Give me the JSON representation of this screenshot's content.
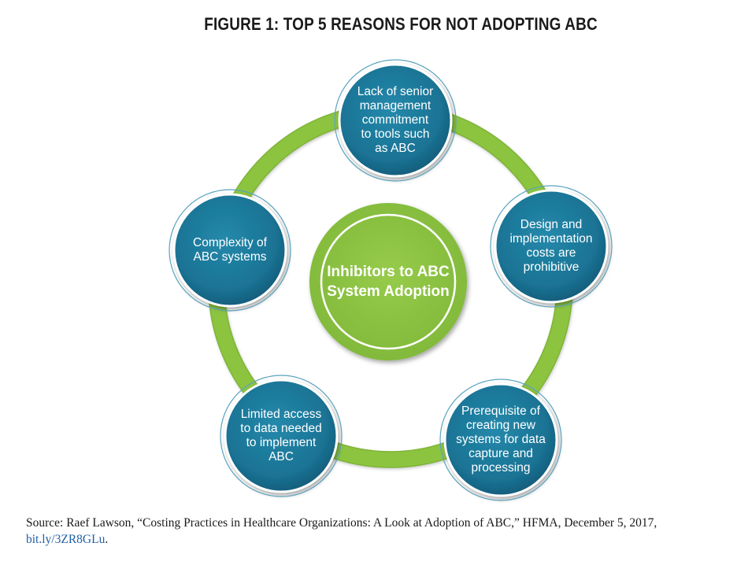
{
  "figure": {
    "title": "FIGURE 1: TOP 5 REASONS FOR NOT ADOPTING ABC"
  },
  "center": {
    "label": "Inhibitors to ABC System Adoption"
  },
  "nodes": [
    {
      "id": "top",
      "label": "Lack of senior management commitment to tools such as ABC"
    },
    {
      "id": "right",
      "label": "Design and implementation costs are prohibitive"
    },
    {
      "id": "bottom-right",
      "label": "Prerequisite of creating new systems for data capture and processing"
    },
    {
      "id": "bottom-left",
      "label": "Limited access to data needed to implement ABC"
    },
    {
      "id": "left",
      "label": "Complexity of ABC systems"
    }
  ],
  "source": {
    "text": "Source: Raef Lawson, “Costing Practices in Healthcare Organizations: A Look at Adoption of ABC,” HFMA, December 5, 2017, ",
    "link_text": "bit.ly/3ZR8GLu",
    "trailing": "."
  },
  "colors": {
    "ring_green": "#8cc43f",
    "ring_green_dark": "#6f9e2c",
    "node_teal": "#1c7a9a",
    "node_teal_dark": "#0f5775",
    "node_border": "#ffffff",
    "link_blue": "#1f5fa6"
  }
}
